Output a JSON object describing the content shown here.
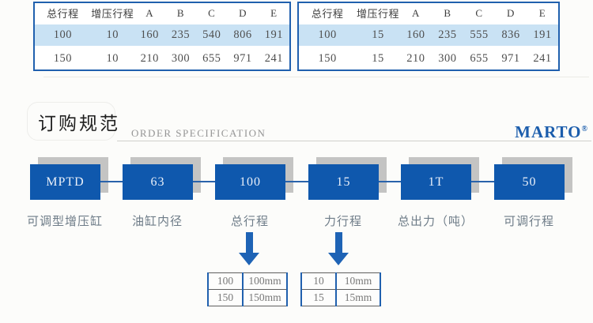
{
  "colors": {
    "table_border_blue": "#2060ae",
    "highlight_row_blue": "#c9e2f4",
    "code_box_blue": "#0f58ad",
    "shadow_gray": "#c4c4c3",
    "brand_blue": "#1b5dac",
    "arrow_blue": "#1e63b5",
    "label_gray": "#6e7c88"
  },
  "spec_tables": [
    {
      "headers": [
        "总行程",
        "增压行程",
        "A",
        "B",
        "C",
        "D",
        "E"
      ],
      "rows": [
        {
          "cells": [
            "100",
            "10",
            "160",
            "235",
            "540",
            "806",
            "191"
          ]
        },
        {
          "cells": [
            "150",
            "10",
            "210",
            "300",
            "655",
            "971",
            "241"
          ]
        }
      ]
    },
    {
      "headers": [
        "总行程",
        "增压行程",
        "A",
        "B",
        "C",
        "D",
        "E"
      ],
      "rows": [
        {
          "cells": [
            "100",
            "15",
            "160",
            "235",
            "555",
            "836",
            "191"
          ]
        },
        {
          "cells": [
            "150",
            "15",
            "210",
            "300",
            "655",
            "971",
            "241"
          ]
        }
      ]
    }
  ],
  "section": {
    "title_cn": "订购规范",
    "title_en": "ORDER SPECIFICATION",
    "brand": "MARTO",
    "brand_mark": "®"
  },
  "order_code": {
    "segments": [
      {
        "code": "MPTD",
        "label": "可调型增压缸"
      },
      {
        "code": "63",
        "label": "油缸内径"
      },
      {
        "code": "100",
        "label": "总行程"
      },
      {
        "code": "15",
        "label": "力行程"
      },
      {
        "code": "1T",
        "label": "总出力（吨）"
      },
      {
        "code": "50",
        "label": "可调行程"
      }
    ]
  },
  "option_tables": [
    {
      "rows": [
        [
          "100",
          "100mm"
        ],
        [
          "150",
          "150mm"
        ]
      ]
    },
    {
      "rows": [
        [
          "10",
          "10mm"
        ],
        [
          "15",
          "15mm"
        ]
      ]
    }
  ]
}
